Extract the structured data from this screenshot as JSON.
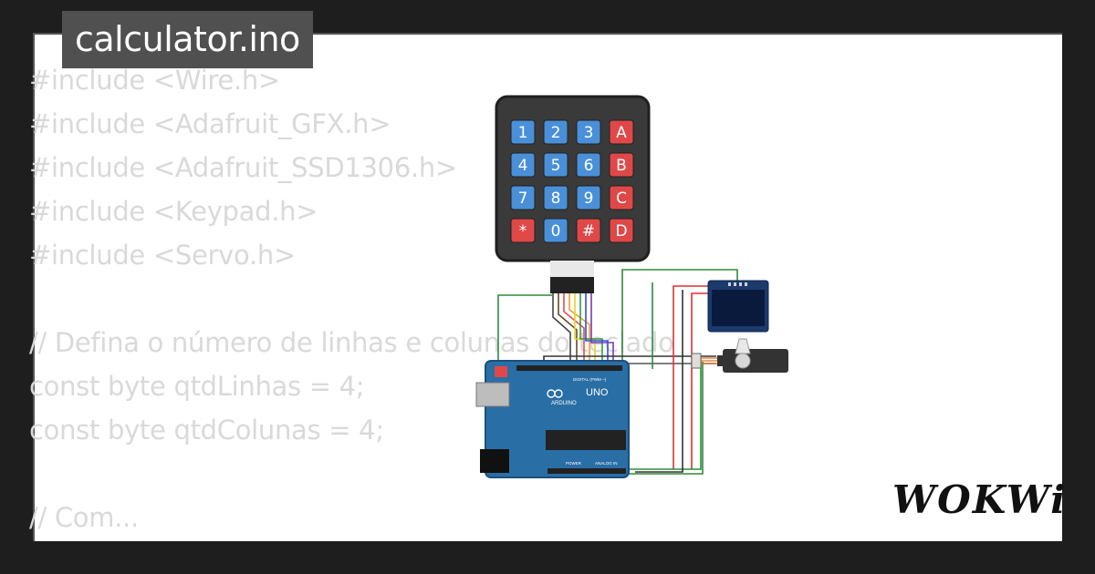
{
  "file": {
    "name": "calculator.ino"
  },
  "code": {
    "lines": [
      "#include <Wire.h>",
      "#include <Adafruit_GFX.h>",
      "#include <Adafruit_SSD1306.h>",
      "#include <Keypad.h>",
      "#include <Servo.h>",
      "",
      "// Defina o número de linhas e colunas do teclado",
      "const byte qtdLinhas = 4;",
      "const byte qtdColunas = 4;",
      "",
      "// Com..."
    ]
  },
  "keypad": {
    "keys": [
      "1",
      "2",
      "3",
      "A",
      "4",
      "5",
      "6",
      "B",
      "7",
      "8",
      "9",
      "C",
      "*",
      "0",
      "#",
      "D"
    ]
  },
  "arduino": {
    "model": "UNO",
    "brand": "ARDUINO",
    "digital_label": "DIGITAL (PWM ~)",
    "power_label": "POWER",
    "analog_label": "ANALOG IN"
  },
  "brand": {
    "logo": "WOKWi"
  },
  "colors": {
    "keypad_body": "#3a3a3a",
    "key_blue": "#4a90d9",
    "key_red": "#e04848",
    "board": "#2a6ea6",
    "oled_screen": "#0a1a3c",
    "servo_body": "#333333"
  }
}
